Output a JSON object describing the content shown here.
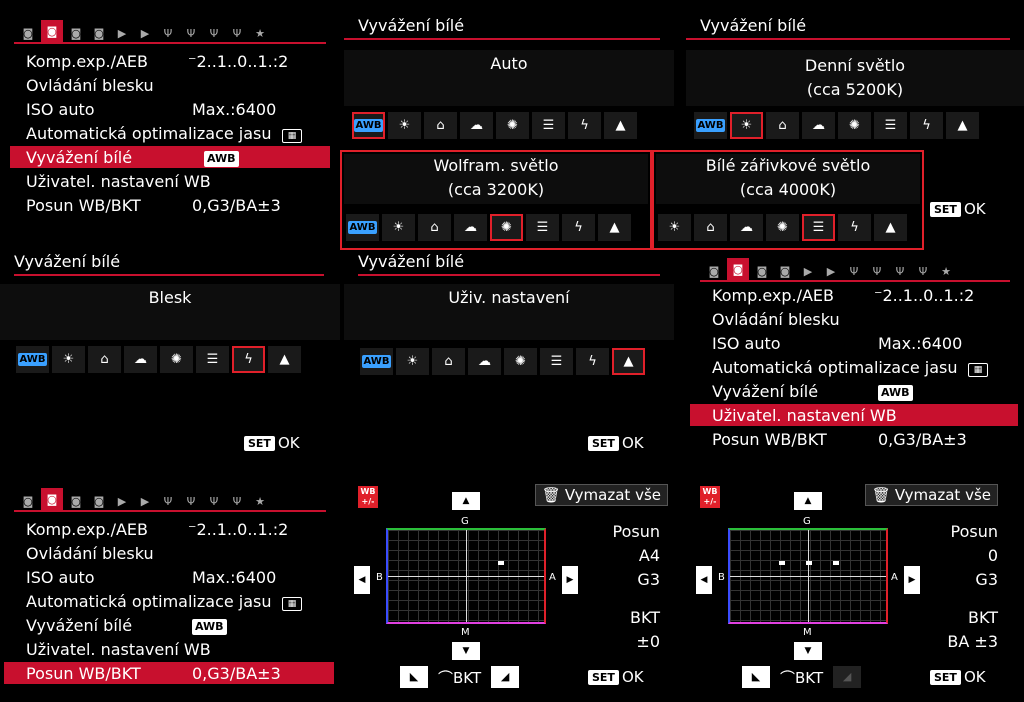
{
  "menu": {
    "tab_icons": [
      "camera-1",
      "camera-2",
      "camera-3",
      "camera-4",
      "play-1",
      "play-2",
      "wrench-1",
      "wrench-2",
      "wrench-3",
      "wrench-4",
      "star"
    ],
    "items": [
      {
        "label": "Komp.exp./AEB",
        "value": "⁻2..1..0..1.:2"
      },
      {
        "label": "Ovládání blesku",
        "value": ""
      },
      {
        "label": "ISO auto",
        "value": "Max.:6400"
      },
      {
        "label": "Automatická optimalizace jasu",
        "value": ""
      },
      {
        "label": "Vyvážení bílé",
        "value": "AWB"
      },
      {
        "label": "Uživatel. nastavení WB",
        "value": ""
      },
      {
        "label": "Posun WB/BKT",
        "value": "0,G3/BA±3"
      }
    ]
  },
  "wb": {
    "title": "Vyvážení bílé",
    "set_label": "SET",
    "ok_label": "OK",
    "icon_awb": "AWB",
    "auto": "Auto",
    "daylight_1": "Denní světlo",
    "daylight_2": "(cca 5200K)",
    "tungsten_1": "Wolfram. světlo",
    "tungsten_2": "(cca 3200K)",
    "fluor_1": "Bílé zářivkové světlo",
    "fluor_2": "(cca 4000K)",
    "flash": "Blesk",
    "custom": "Uživ. nastavení"
  },
  "shift": {
    "wb_icon": "WB +/-",
    "clear": "Vymazat vše",
    "g": "G",
    "m": "M",
    "b": "B",
    "a": "A",
    "posun": "Posun",
    "bkt": "BKT",
    "bkt_nav": "BKT",
    "left": {
      "shift_1": "A4",
      "shift_2": "G3",
      "bkt_val": "±0"
    },
    "right": {
      "shift_1": "0",
      "shift_2": "G3",
      "bkt_val": "BA ±3"
    }
  },
  "colors": {
    "accent": "#c8102e",
    "awb_blue": "#3aa0ff"
  }
}
